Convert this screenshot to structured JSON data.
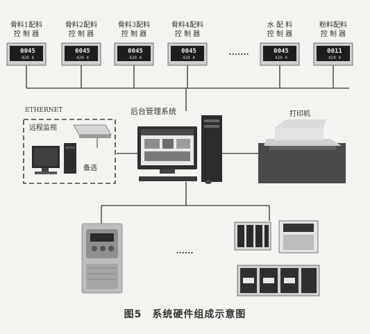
{
  "controllers": [
    {
      "line1": "骨料1配料",
      "line2": "控 制 器",
      "display": "0045",
      "sub": "420 4"
    },
    {
      "line1": "骨料2配料",
      "line2": "控 制 器",
      "display": "0045",
      "sub": "420 4"
    },
    {
      "line1": "骨料3配料",
      "line2": "控 制 器",
      "display": "0045",
      "sub": "420 4"
    },
    {
      "line1": "骨料4配料",
      "line2": "控 制 器",
      "display": "0045",
      "sub": "420 4"
    },
    {
      "line1": "水 配 料",
      "line2": "控 制 器",
      "display": "0045",
      "sub": "420 4"
    },
    {
      "line1": "粉料配料",
      "line2": "控 制 器",
      "display": "0011",
      "sub": "420 4"
    }
  ],
  "ellipsis_top": "·······",
  "ellipsis_bottom": "······",
  "ethernet_label": "ETHERNET",
  "remote_label": "远程监视",
  "backup_label": "备选",
  "server_label": "后台管理系统",
  "printer_label": "打印机",
  "caption": "图5　系统硬件组成示意图",
  "colors": {
    "line": "#555555",
    "device_body": "#cfcfcf",
    "lcd_bg": "#1d1d1d",
    "lcd_text": "#e8e8e8",
    "dark_unit": "#2e2e2e",
    "dashed_box": "#444444"
  }
}
